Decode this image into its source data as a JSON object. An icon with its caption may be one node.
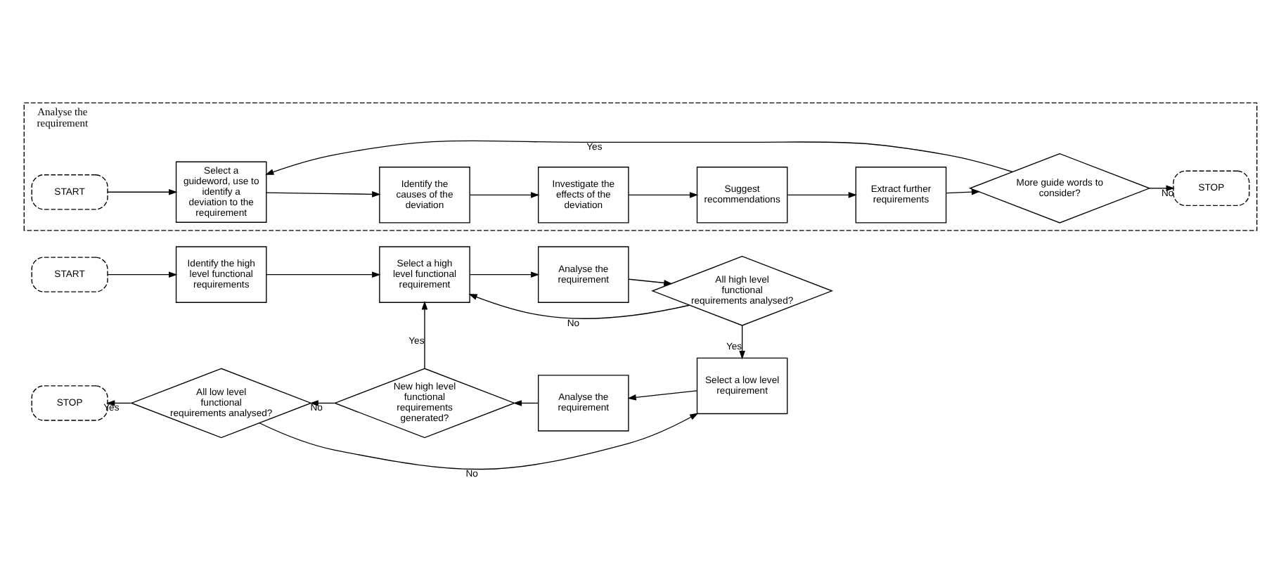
{
  "diagram": {
    "nodes": [
      {
        "text": [
          "START"
        ]
      },
      {
        "text": [
          "Identify the high level functional requirements"
        ]
      },
      {
        "text": [
          "Select a high level functional requirement"
        ]
      },
      {
        "text": [
          "Analyse the requirement"
        ]
      },
      {
        "text": [
          "All high level functional requirements analysed?"
        ]
      },
      {
        "text": [
          "Select a low level requirement"
        ]
      },
      {
        "text": [
          "Analyse the requirement"
        ]
      },
      {
        "text": [
          "New high level functional requirements generated?"
        ]
      },
      {
        "text": [
          "All low level functional requirements analysed?"
        ]
      },
      {
        "text": [
          "STOP"
        ]
      },
      {
        "text": [
          "Analyse the requirement"
        ]
      },
      {
        "text": [
          "START"
        ],
        "in": 10
      },
      {
        "text": [
          "Select a guideword, use to identify a deviation to the requirement"
        ],
        "in": 10
      },
      {
        "text": [
          "Identify the causes of the deviation"
        ],
        "in": 10
      },
      {
        "text": [
          "Investigate the effects of the deviation"
        ],
        "in": 10
      },
      {
        "text": [
          "Suggest recommendations"
        ],
        "in": 10
      },
      {
        "text": [
          "Extract further requirements"
        ],
        "in": 10
      },
      {
        "text": [
          "More guide words to consider?"
        ],
        "in": 10
      },
      {
        "text": [
          "STOP"
        ],
        "in": 10
      }
    ],
    "edges": [
      {
        "from": 0,
        "to": 1,
        "arrow": "to"
      },
      {
        "from": 1,
        "to": 2,
        "arrow": "to"
      },
      {
        "from": 2,
        "to": 3,
        "arrow": "to"
      },
      {
        "from": 3,
        "to": 4,
        "arrow": "to"
      },
      {
        "from": 4,
        "to": 2,
        "arrow": "to",
        "label": "No"
      },
      {
        "from": 4,
        "to": 5,
        "arrow": "to",
        "label": "Yes"
      },
      {
        "from": 5,
        "to": 6,
        "arrow": "to"
      },
      {
        "from": 6,
        "to": 7,
        "arrow": "to"
      },
      {
        "from": 7,
        "to": 2,
        "arrow": "to",
        "label": "Yes"
      },
      {
        "from": 7,
        "to": 8,
        "arrow": "to",
        "label": "No"
      },
      {
        "from": 8,
        "to": 9,
        "arrow": "to",
        "label": "Yes"
      },
      {
        "from": 8,
        "to": 5,
        "arrow": "to",
        "label": "No"
      },
      {
        "from": 11,
        "to": 12,
        "arrow": "to"
      },
      {
        "from": 12,
        "to": 13,
        "arrow": "to"
      },
      {
        "from": 13,
        "to": 14,
        "arrow": "to"
      },
      {
        "from": 14,
        "to": 15,
        "arrow": "to"
      },
      {
        "from": 15,
        "to": 16,
        "arrow": "to"
      },
      {
        "from": 16,
        "to": 17,
        "arrow": "to"
      },
      {
        "from": 17,
        "to": 12,
        "arrow": "to",
        "label": "Yes"
      },
      {
        "from": 17,
        "to": 18,
        "arrow": "to",
        "label": "No"
      }
    ]
  }
}
